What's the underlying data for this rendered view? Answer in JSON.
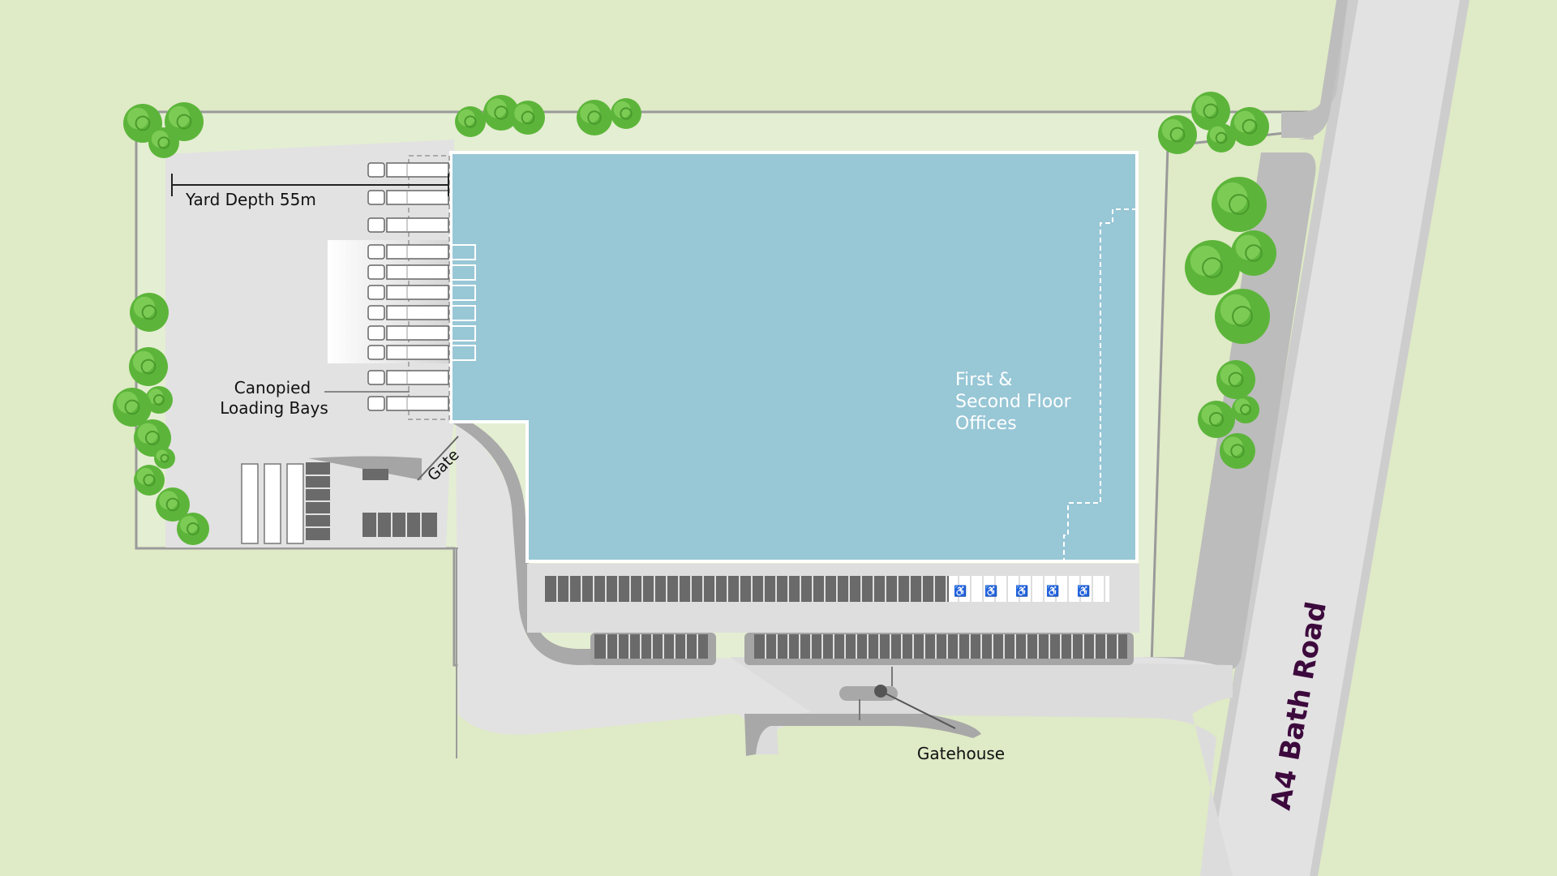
{
  "map": {
    "labels": {
      "yard_depth": "Yard Depth 55m",
      "canopied_line1": "Canopied",
      "canopied_line2": "Loading Bays",
      "gate": "Gate",
      "offices_line1": "First &",
      "offices_line2": "Second Floor",
      "offices_line3": "Offices",
      "gatehouse": "Gatehouse",
      "road": "A4 Bath Road"
    },
    "colors": {
      "grass": "#dfeac6",
      "site_grass": "#e4eed2",
      "hardstanding": "#e2e2e2",
      "road": "#cfcfcf",
      "road_surface": "#e3e3e3",
      "building": "#98c7d6",
      "parking": "#6d6d6d",
      "trees": "#5cb53a",
      "road_label": "#3d0a3d",
      "text": "#111111",
      "office_text": "#ffffff"
    },
    "icons": {
      "accessible_parking": "wheelchair-icon",
      "trees": "tree-icon",
      "lorry_trailers": "trailer-icon"
    }
  }
}
